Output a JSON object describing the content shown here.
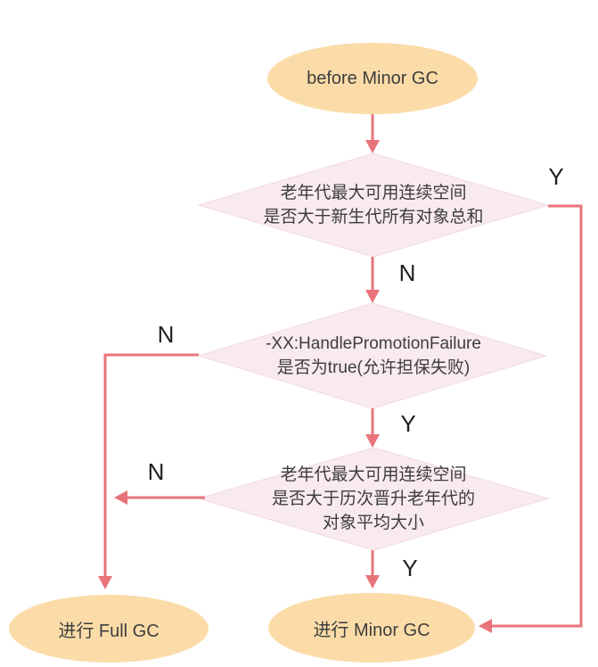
{
  "colors": {
    "page_bg": "#ffffff",
    "node_fill": "#fbdca8",
    "decision_fill": "#f9eaed",
    "decision_border": "#f4d9df",
    "arrow": "#e8747a",
    "node_text": "#3d3d3d",
    "edge_label_text": "#1f1f1f"
  },
  "nodes": {
    "start": {
      "label": "before Minor GC"
    },
    "decision1": {
      "label": "老年代最大可用连续空间\n是否大于新生代所有对象总和"
    },
    "decision2": {
      "label": "-XX:HandlePromotionFailure\n是否为true(允许担保失败)"
    },
    "decision3": {
      "label": "老年代最大可用连续空间\n是否大于历次晋升老年代的\n对象平均大小"
    },
    "full_gc": {
      "label": "进行 Full GC"
    },
    "minor_gc": {
      "label": "进行 Minor GC"
    }
  },
  "edge_labels": {
    "decision1_yes": "Y",
    "decision1_no": "N",
    "decision2_no": "N",
    "decision2_yes": "Y",
    "decision3_no": "N",
    "decision3_yes": "Y"
  }
}
